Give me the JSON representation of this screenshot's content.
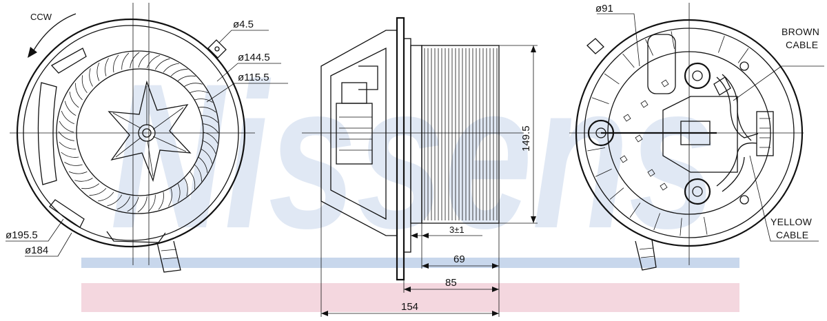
{
  "watermark": {
    "text": "Nissens",
    "blue": "#c8d7ec",
    "pink": "#f4d7df"
  },
  "front_view": {
    "rotation_label": "CCW",
    "dims": {
      "mount_hole": "ø4.5",
      "outer_impeller": "ø144.5",
      "inner_impeller": "ø115.5",
      "housing_outer": "ø195.5",
      "housing_inner": "ø184"
    }
  },
  "side_view": {
    "dims": {
      "height": "149.5",
      "offset": "3±1",
      "d69": "69",
      "d85": "85",
      "d154": "154"
    }
  },
  "rear_view": {
    "dims": {
      "diameter": "ø91"
    },
    "brown_cable": [
      "BROWN",
      "CABLE"
    ],
    "yellow_cable": [
      "YELLOW",
      "CABLE"
    ]
  }
}
